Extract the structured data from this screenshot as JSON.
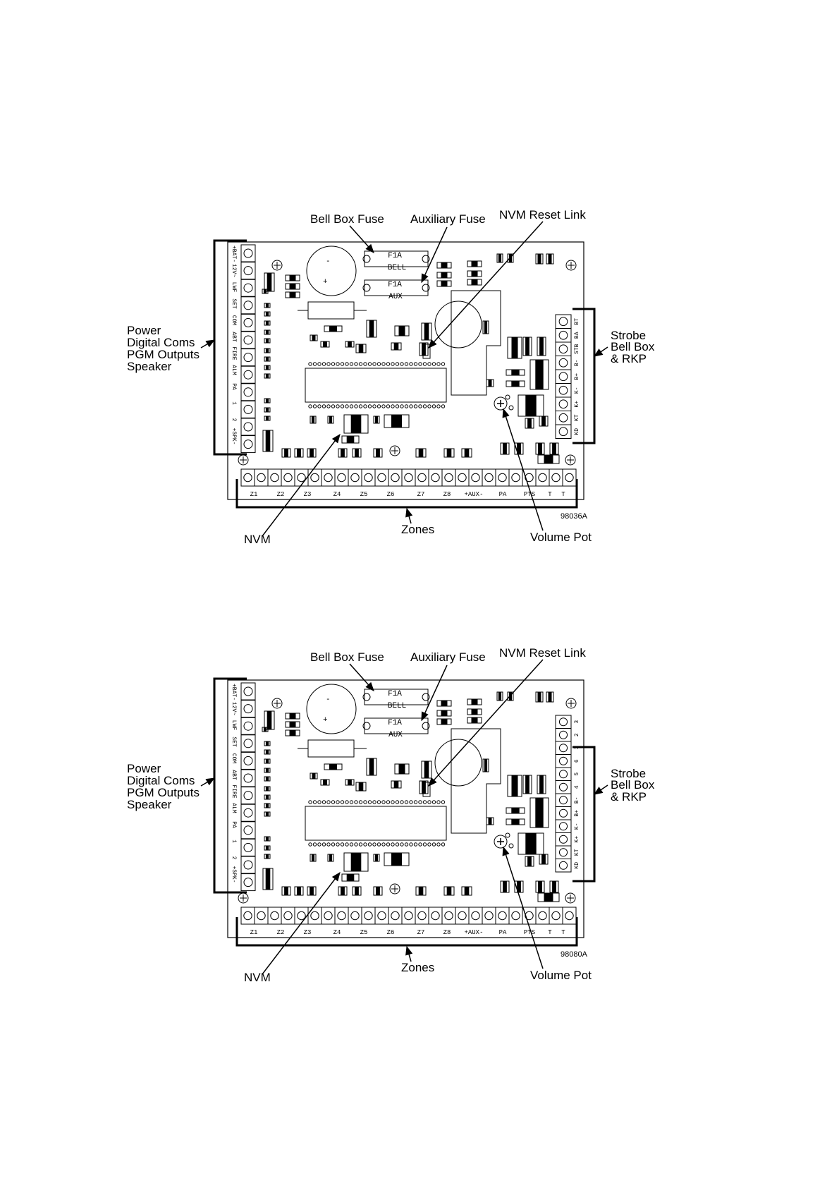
{
  "diagrams": [
    {
      "id": "top",
      "code": "98036A",
      "right_labels": [
        "BT",
        "BA",
        "STB",
        "B-",
        "B+",
        "K-",
        "K+",
        "KT",
        "KD"
      ]
    },
    {
      "id": "bottom",
      "code": "98080A",
      "right_labels": [
        "3",
        "2",
        "1",
        "6",
        "5",
        "4",
        "B-",
        "B+",
        "K-",
        "K+",
        "KT",
        "KD"
      ]
    }
  ],
  "labels": {
    "bell_box_fuse": "Bell Box Fuse",
    "auxiliary_fuse": "Auxiliary Fuse",
    "nvm_reset_link": "NVM Reset Link",
    "power": "Power",
    "digital_coms": "Digital Coms",
    "pgm_outputs": "PGM Outputs",
    "speaker": "Speaker",
    "strobe": "Strobe",
    "bell_box": "Bell Box",
    "rkp": "& RKP",
    "nvm": "NVM",
    "zones": "Zones",
    "volume_pot": "Volume Pot"
  },
  "board_text": {
    "fuse_rating": "F1A",
    "fuse_bell": "BELL",
    "fuse_aux": "AUX",
    "left_terminals": [
      "+BAT-",
      "12V~",
      "LWF",
      "SET",
      "COM",
      "ABT",
      "FIRE",
      "ALM",
      "PA",
      "1",
      "2",
      "+SPK-"
    ],
    "bottom_terminals": [
      "Z1",
      "Z2",
      "Z3",
      "Z4",
      "Z5",
      "Z6",
      "Z7",
      "Z8",
      "+AUX-",
      "PA",
      "PTS",
      "T",
      "T"
    ]
  }
}
